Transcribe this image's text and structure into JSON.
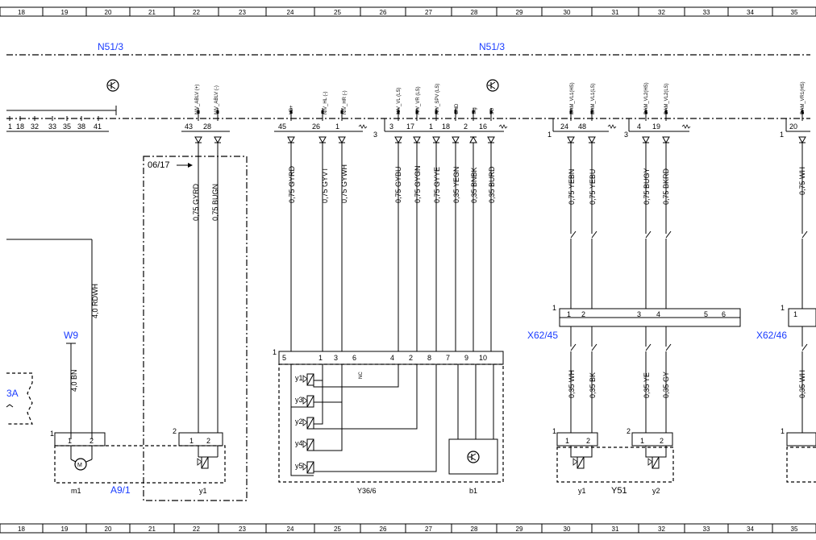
{
  "ruler": [
    "18",
    "19",
    "20",
    "21",
    "22",
    "23",
    "24",
    "25",
    "26",
    "27",
    "28",
    "29",
    "30",
    "31",
    "32",
    "33",
    "34",
    "35"
  ],
  "components": {
    "n51_left": "N51/3",
    "n51_right": "N51/3",
    "w9": "W9",
    "a9_1": "A9/1",
    "x62_45": "X62/45",
    "x62_46": "X62/46",
    "y36_6": "Y36/6",
    "y51": "Y51",
    "ref_06_17": "06/17",
    "ref_3a": "3A"
  },
  "bus_pins": [
    "1",
    "18",
    "32",
    "33",
    "35",
    "38",
    "41",
    "43",
    "28",
    "45",
    "26",
    "1",
    "3",
    "17",
    "1",
    "18",
    "2",
    "16",
    "24",
    "48",
    "4",
    "19",
    "20"
  ],
  "wires": [
    "0,75 GYRD",
    "0,75 BUGN",
    "0,75 GYRD",
    "0,75 GYVT",
    "0,75 GYWH",
    "0,75 GYBU",
    "0,75 GYGN",
    "0,75 GYYE",
    "0,35 YEGN",
    "0,35 BNBK",
    "0,35 BURD",
    "0,75 YEBN",
    "0,75 YEBU",
    "0,75 BUGY",
    "0,75 BKRD",
    "0,75 WH"
  ],
  "signals": [
    "NIV_ABLV (+)",
    "NIV_ABLV (-)",
    "VB+",
    "NIV_HL (-)",
    "NIV_HR (-)",
    "NIV_VL (LS)",
    "NIV_VR (LS)",
    "NIV_SPV (LS)",
    "GND",
    "Sig",
    "5G",
    "DAM_VL1(HS)",
    "DAM_VL1(LS)",
    "DAM_VL2(HS)",
    "DAM_VL2(LS)",
    "DAM_VR1(HS)"
  ],
  "lower_wires": [
    "4,0 RDWH",
    "4,0 BN",
    "0,35 WH",
    "0,35 BK",
    "0,35 YE",
    "0,35 GY",
    "0,35 WH"
  ],
  "pin_numbers": {
    "one": "1",
    "two": "2",
    "three": "3",
    "four": "4",
    "five": "5",
    "six": "6",
    "seven": "7",
    "eight": "8",
    "nine": "9",
    "ten": "10"
  },
  "valve_labels": [
    "y1",
    "y3",
    "y2",
    "y4",
    "y5"
  ],
  "bottom_labels": {
    "m1": "m1",
    "y1_a": "y1",
    "y1_b": "y1",
    "y2": "y2",
    "b1": "b1",
    "nc": "NC",
    "motor": "M"
  }
}
